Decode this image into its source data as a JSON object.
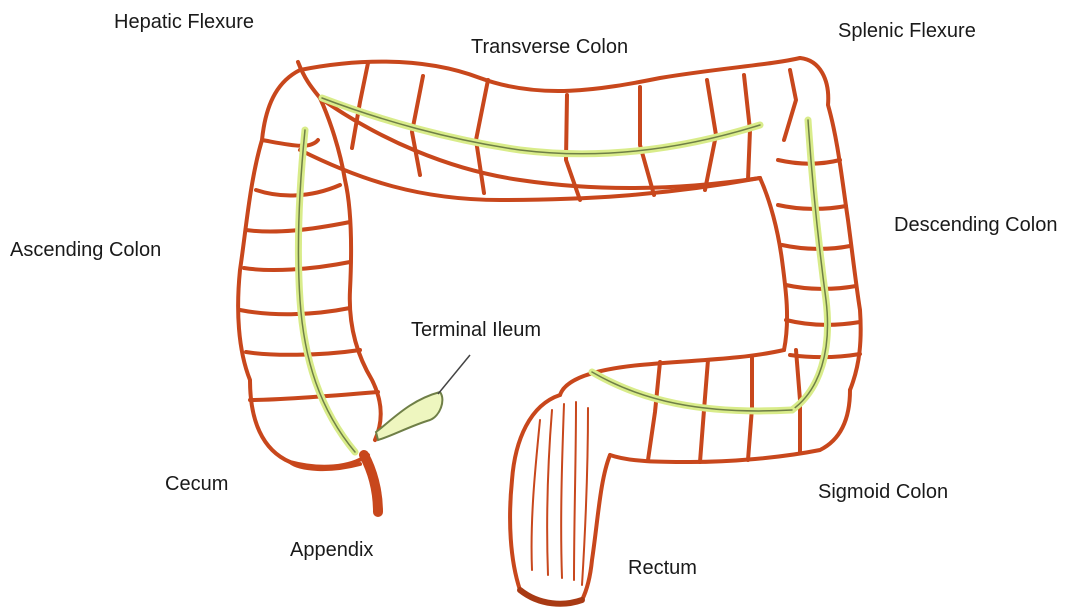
{
  "labels": {
    "hepatic_flexure": "Hepatic Flexure",
    "transverse_colon": "Transverse Colon",
    "splenic_flexure": "Splenic Flexure",
    "ascending_colon": "Ascending Colon",
    "descending_colon": "Descending Colon",
    "terminal_ileum": "Terminal Ileum",
    "cecum": "Cecum",
    "appendix": "Appendix",
    "sigmoid_colon": "Sigmoid Colon",
    "rectum": "Rectum"
  },
  "colors": {
    "wall": "#c8471c",
    "wall_dark": "#a83a14",
    "taenia": "#d9ec8a",
    "taenia_edge": "#6f7f47",
    "ileum_fill": "#eef6bf",
    "label_text": "#1a1a1a"
  }
}
